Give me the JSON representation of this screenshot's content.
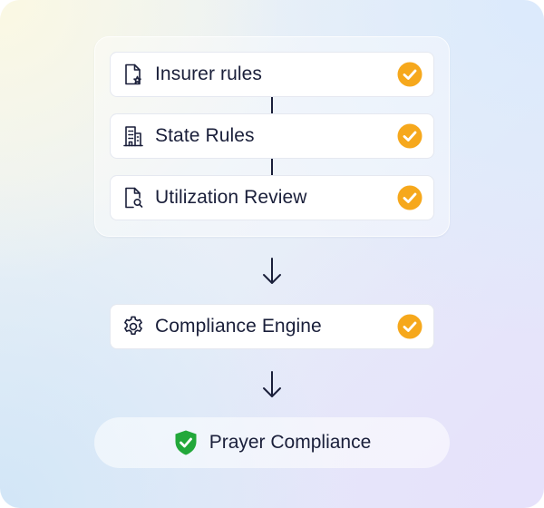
{
  "pipeline": {
    "sources": [
      {
        "label": "Insurer rules",
        "icon": "document-star-icon",
        "status": "check"
      },
      {
        "label": "State Rules",
        "icon": "building-icon",
        "status": "check"
      },
      {
        "label": "Utilization Review",
        "icon": "document-search-icon",
        "status": "check"
      }
    ],
    "engine": {
      "label": "Compliance Engine",
      "icon": "gear-icon",
      "status": "check"
    },
    "result": {
      "label": "Prayer Compliance",
      "icon": "shield-check-icon"
    }
  },
  "colors": {
    "check": "#f6a81c",
    "shield": "#22a83a",
    "ink": "#1a1f3a"
  }
}
